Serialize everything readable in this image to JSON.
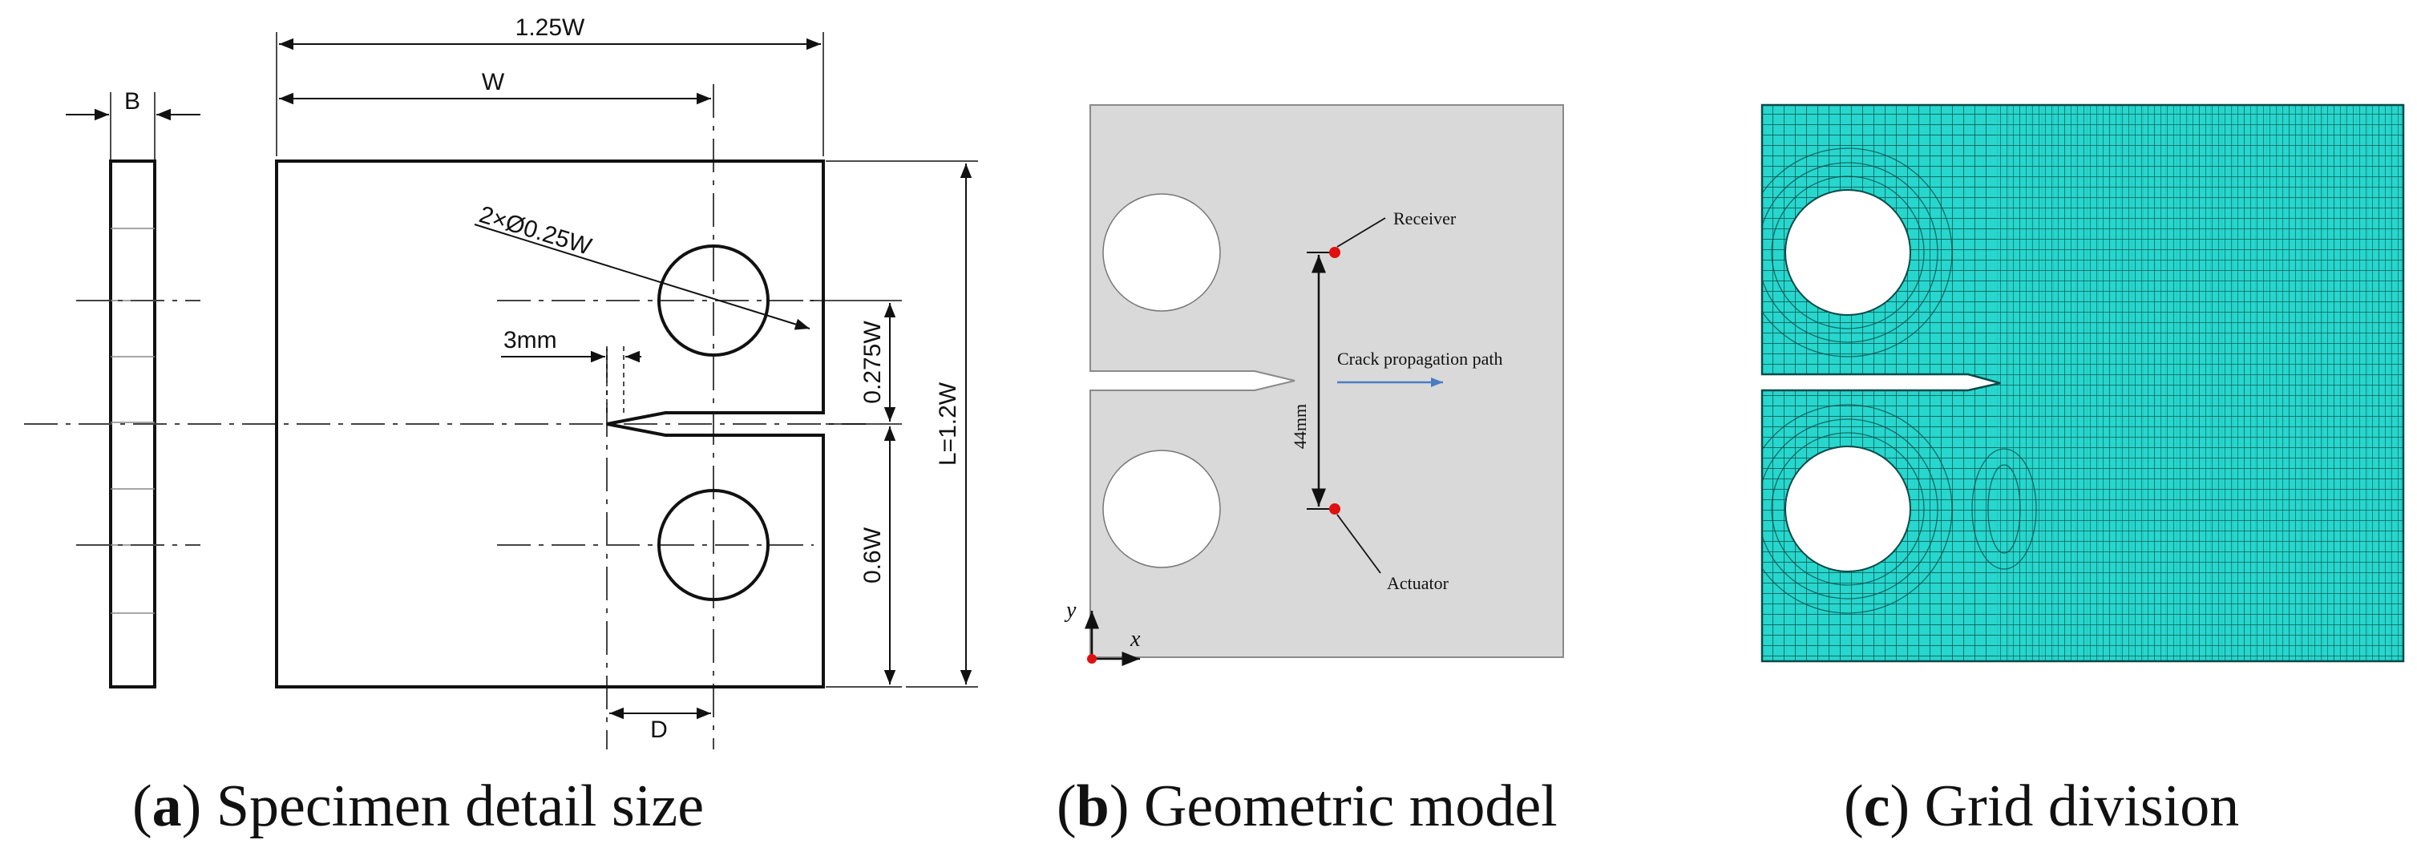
{
  "panel_a": {
    "dims": {
      "b": "B",
      "w_total": "1.25W",
      "w": "W",
      "hole": "2×Ø0.25W",
      "notch": "3mm",
      "offset": "0.275W",
      "length": "L=1.2W",
      "lower": "0.6W",
      "d": "D"
    },
    "caption": {
      "letter": "a",
      "text": "Specimen detail size"
    }
  },
  "panel_b": {
    "labels": {
      "receiver": "Receiver",
      "actuator": "Actuator",
      "crack_path": "Crack propagation path",
      "distance": "44mm",
      "axis_x": "x",
      "axis_y": "y"
    },
    "colors": {
      "sensor": "#e01010",
      "arrow": "#4a7cc4",
      "plate": "#d9d9d9"
    },
    "caption": {
      "letter": "b",
      "text": "Geometric model"
    }
  },
  "panel_c": {
    "colors": {
      "mesh_fill": "#27d6cc",
      "mesh_line": "#0a4a48"
    },
    "caption": {
      "letter": "c",
      "text": "Grid division"
    }
  }
}
